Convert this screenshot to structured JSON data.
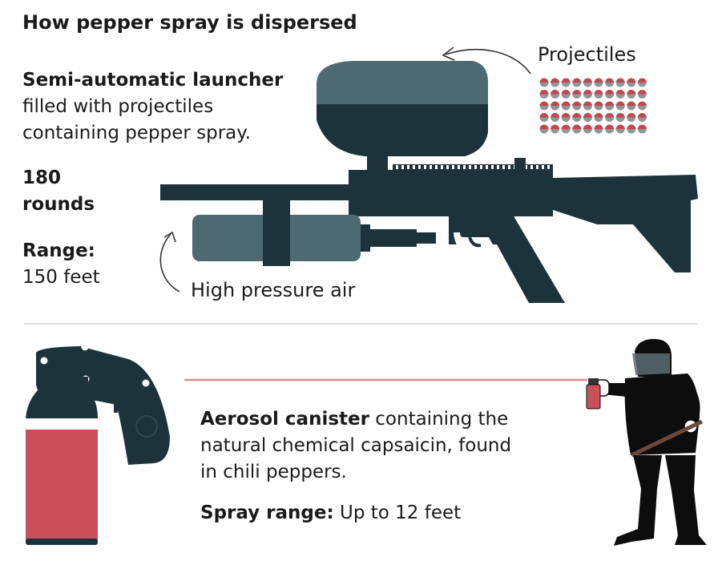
{
  "title": "How pepper spray is dispersed",
  "launcher": {
    "heading": "Semi-automatic launcher",
    "line2": "filled with projectiles",
    "line3": "containing pepper spray.",
    "rounds_number": "180",
    "rounds_label": "rounds",
    "range_label": "Range:",
    "range_value": "150 feet",
    "projectiles_label": "Projectiles",
    "air_label": "High pressure air"
  },
  "aerosol": {
    "heading": "Aerosol canister",
    "line1_rest": " containing the",
    "line2": "natural chemical capsaicin, found",
    "line3": "in chili peppers.",
    "spray_label": "Spray range:",
    "spray_value": " Up to 12 feet"
  },
  "colors": {
    "dark": "#1c333c",
    "mid": "#4d6a72",
    "red": "#c9505a",
    "projectile_top": "#c4454f",
    "projectile_bottom": "#8e969a",
    "spray_line": "#e08a8f",
    "divider": "#d4d4d4"
  }
}
